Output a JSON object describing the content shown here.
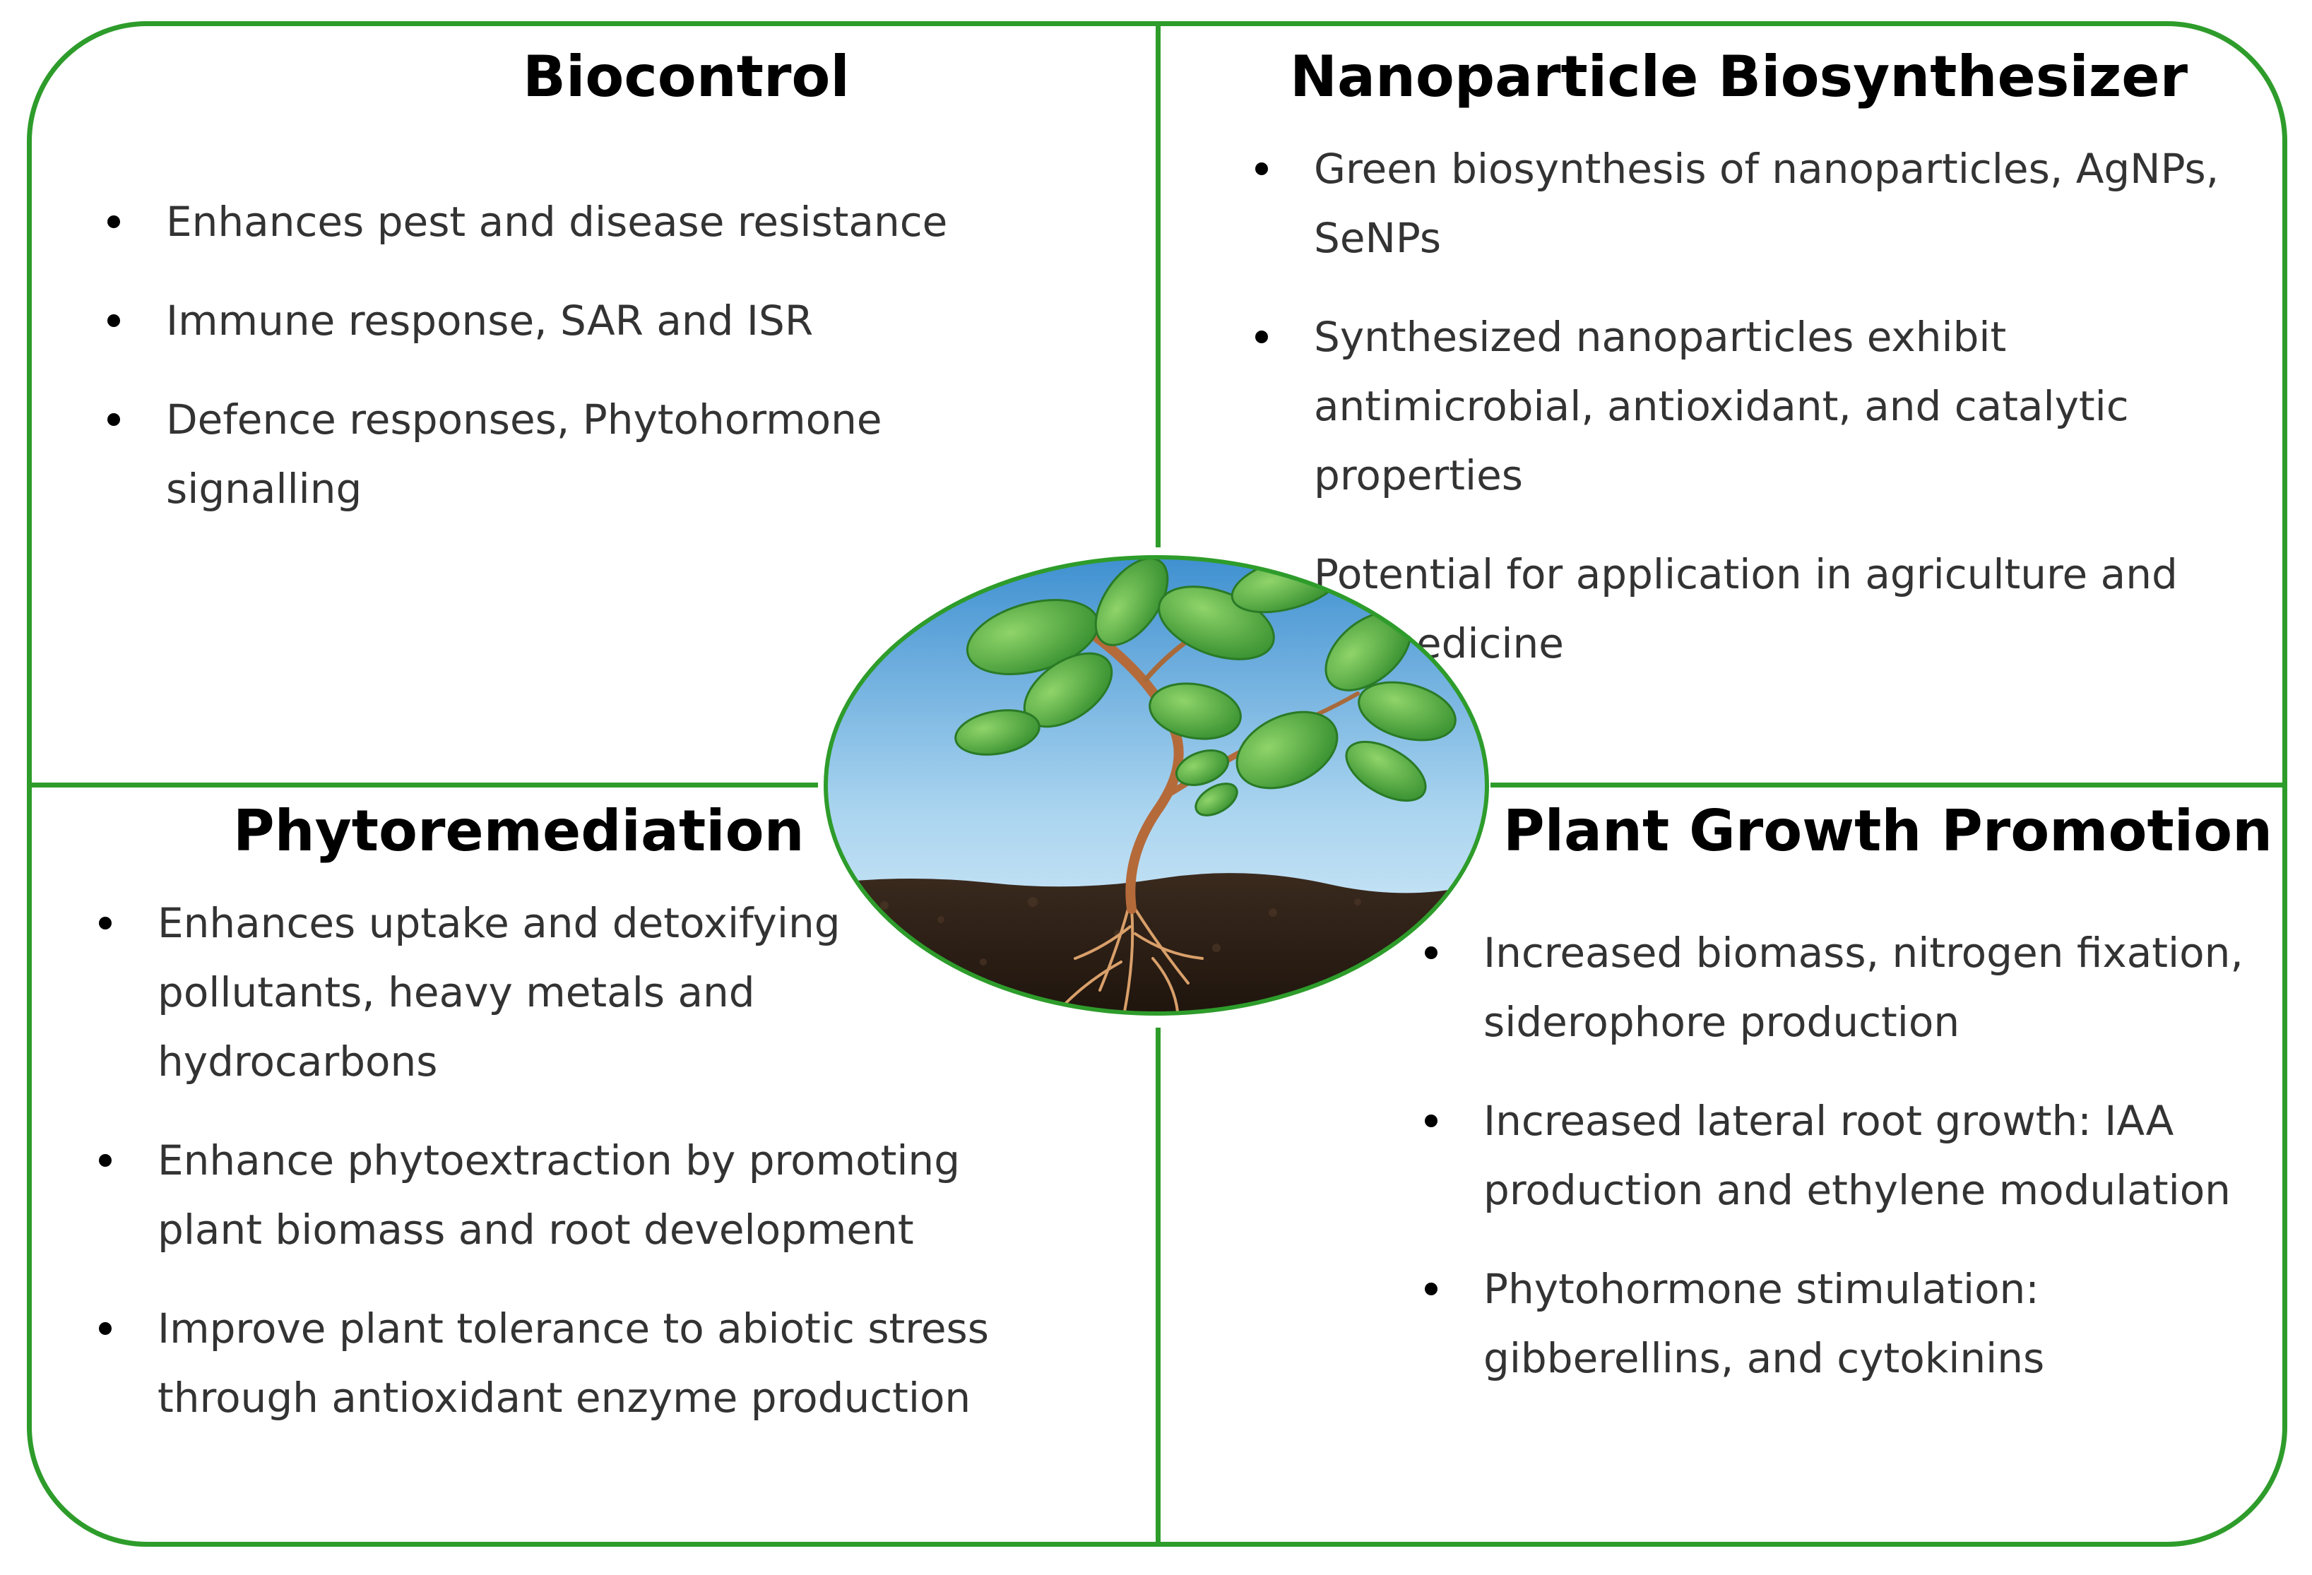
{
  "biocontrol": {
    "title": "Biocontrol",
    "items": [
      "Enhances pest and disease resistance",
      "Immune response, SAR and ISR",
      "Defence responses, Phytohormone signalling"
    ]
  },
  "nanoparticle": {
    "title": "Nanoparticle Biosynthesizer",
    "items": [
      "Green biosynthesis of nanoparticles, AgNPs, SeNPs",
      "Synthesized nanoparticles exhibit antimicrobial, antioxidant, and catalytic properties",
      "Potential for application in agriculture and biomedicine"
    ]
  },
  "phytoremediation": {
    "title": "Phytoremediation",
    "items": [
      "Enhances uptake and detoxifying pollutants, heavy metals and hydrocarbons",
      "Enhance phytoextraction by promoting plant biomass and root development",
      "Improve plant tolerance to abiotic stress through antioxidant enzyme production"
    ]
  },
  "plant_growth": {
    "title": "Plant Growth Promotion",
    "items": [
      "Increased biomass, nitrogen fixation, siderophore production",
      "Increased lateral root growth: IAA production and ethylene modulation",
      "Phytohormone stimulation: gibberellins, and cytokinins"
    ]
  },
  "colors": {
    "frame_green": "#2e9c2b",
    "bullet_text": "#333333",
    "title_text": "#000000"
  },
  "center_image": {
    "icon": "seedling-in-soil-icon"
  }
}
